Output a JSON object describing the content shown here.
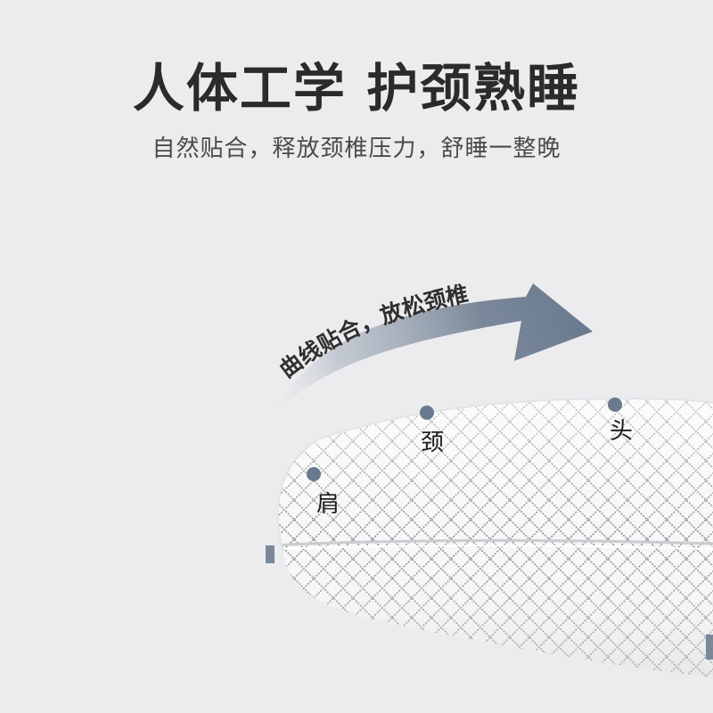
{
  "headline": "人体工学 护颈熟睡",
  "subline": "自然贴合，释放颈椎压力，舒睡一整晚",
  "arrow": {
    "caption": "曲线贴合，放松颈椎",
    "color": "#6e7d90"
  },
  "pillow": {
    "points": [
      {
        "label": "肩"
      },
      {
        "label": "颈"
      },
      {
        "label": "头"
      }
    ],
    "dot_color": "#6a7a8e",
    "pattern_color": "#8d8f94"
  }
}
